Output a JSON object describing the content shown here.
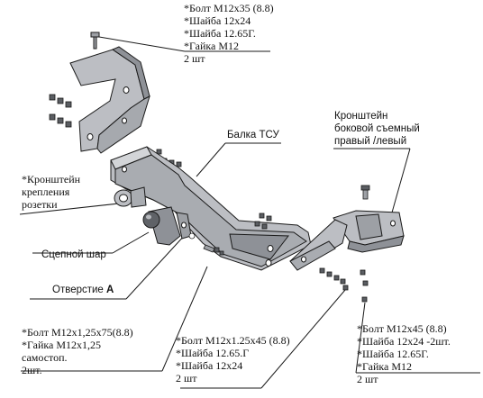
{
  "colors": {
    "metal_fill": "#bcbec3",
    "metal_dark": "#8e9197",
    "outline": "#1a1a1a",
    "background": "#ffffff"
  },
  "labels": {
    "top_bolt_set": {
      "line1": "*Болт М12х35 (8.8)",
      "line2": "*Шайба 12х24",
      "line3": "*Шайба 12.65Г.",
      "line4": "*Гайка М12",
      "qty": "2 шт"
    },
    "bracket_side": {
      "line1": "Кронштейн",
      "line2": "боковой съемный",
      "line3": "правый /левый"
    },
    "beam": "Балка ТСУ",
    "socket_bracket": {
      "line1": "*Кронштейн",
      "line2": "крепления",
      "line3": "розетки"
    },
    "ball": "Сцепной шар",
    "hole": {
      "prefix": "Отверстие ",
      "letter": "А"
    },
    "bolt_left": {
      "line1": "*Болт М12х1,25х75(8.8)",
      "line2": "*Гайка М12х1,25",
      "line3": "самостоп.",
      "qty": "2шт."
    },
    "bolt_middle": {
      "line1": "*Болт М12х1.25х45 (8.8)",
      "line2": "*Шайба 12.65.Г",
      "line3": "*Шайба 12х24",
      "qty": "2 шт"
    },
    "bolt_right": {
      "line1": "*Болт М12х45 (8.8)",
      "line2": "*Шайба 12х24 -2шт.",
      "line3": "*Шайба 12.65Г.",
      "line4": "*Гайка М12",
      "qty": "2 шт"
    }
  }
}
